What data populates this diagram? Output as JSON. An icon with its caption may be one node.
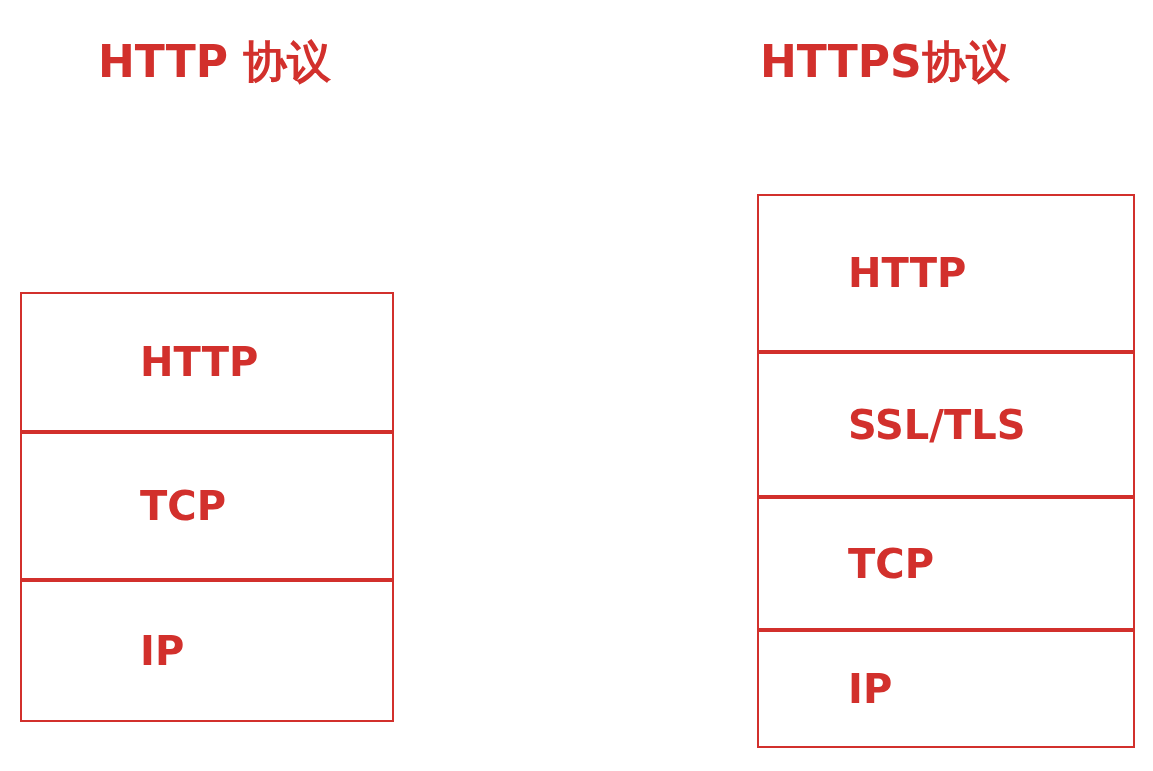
{
  "diagram": {
    "nodes": [
      {
        "text": [
          "HTTP 协议"
        ]
      },
      {
        "text": [
          "HTTP"
        ],
        "in": 0
      },
      {
        "text": [
          "TCP"
        ],
        "in": 0
      },
      {
        "text": [
          "IP"
        ],
        "in": 0
      },
      {
        "text": [
          "HTTPS协议"
        ]
      },
      {
        "text": [
          "HTTP"
        ],
        "in": 4
      },
      {
        "text": [
          "SSL/TLS"
        ],
        "in": 4
      },
      {
        "text": [
          "TCP"
        ],
        "in": 4
      },
      {
        "text": [
          "IP"
        ],
        "in": 4
      }
    ]
  }
}
